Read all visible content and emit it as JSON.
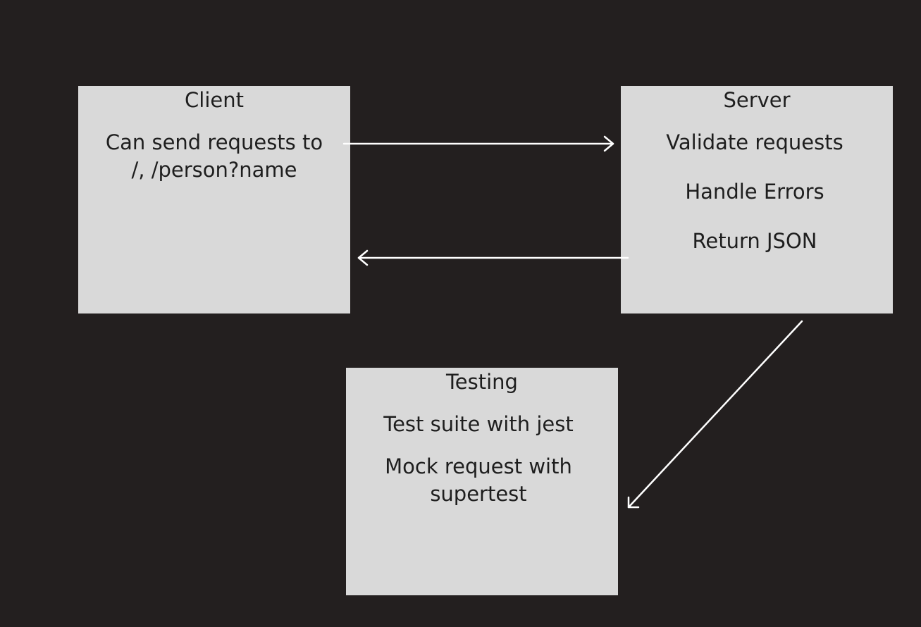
{
  "colors": {
    "background": "#231f1f",
    "box_fill": "#d9d9d9",
    "text": "#1e1e1e",
    "arrow": "#ffffff"
  },
  "boxes": {
    "client": {
      "title": "Client",
      "lines": [
        "Can send requests to\n/, /person?name"
      ]
    },
    "server": {
      "title": "Server",
      "lines": [
        "Validate requests",
        "Handle Errors",
        "Return JSON"
      ]
    },
    "testing": {
      "title": "Testing",
      "lines": [
        "Test suite with jest",
        "Mock request with\nsupertest"
      ]
    }
  },
  "connections": [
    {
      "from": "client",
      "to": "server"
    },
    {
      "from": "server",
      "to": "client"
    },
    {
      "from": "server",
      "to": "testing"
    }
  ]
}
